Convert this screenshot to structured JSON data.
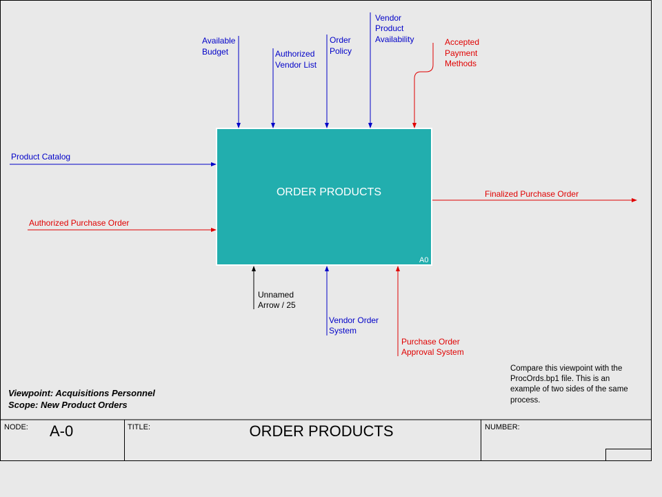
{
  "box": {
    "title": "ORDER PRODUCTS",
    "id": "A0",
    "color": "#22aeae"
  },
  "colors": {
    "control_blue": "#0000c8",
    "mechanism_red": "#e00000",
    "unnamed_black": "#000000"
  },
  "arrows": {
    "available_budget": [
      "Available",
      "Budget"
    ],
    "authorized_vendor_list": [
      "Authorized",
      "Vendor List"
    ],
    "order_policy": [
      "Order",
      "Policy"
    ],
    "vendor_product_availability": [
      "Vendor",
      "Product",
      "Availability"
    ],
    "accepted_payment_methods": [
      "Accepted",
      "Payment",
      "Methods"
    ],
    "product_catalog": "Product Catalog",
    "authorized_purchase_order": "Authorized Purchase Order",
    "finalized_purchase_order": "Finalized Purchase Order",
    "unnamed_arrow": [
      "Unnamed",
      "Arrow / 25"
    ],
    "vendor_order_system": [
      "Vendor Order",
      "System"
    ],
    "purchase_order_approval_system": [
      "Purchase Order",
      "Approval System"
    ]
  },
  "viewpoint": {
    "line1": "Viewpoint: Acquisitions Personnel",
    "line2": "Scope: New Product Orders"
  },
  "note": [
    "Compare this viewpoint with the",
    "ProcOrds.bp1 file. This is an",
    "example of two sides of the same",
    "process."
  ],
  "frame": {
    "node_label": "NODE:",
    "node_value": "A-0",
    "title_label": "TITLE:",
    "title_value": "ORDER PRODUCTS",
    "number_label": "NUMBER:"
  }
}
